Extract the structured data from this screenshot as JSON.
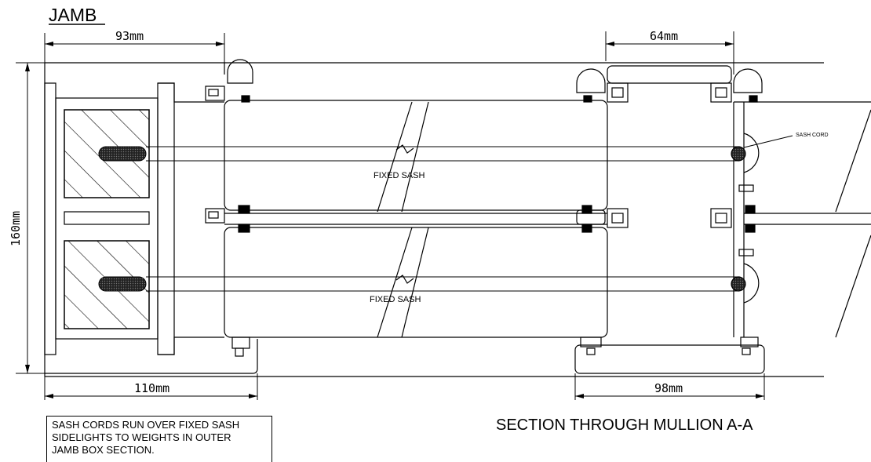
{
  "title": "JAMB",
  "dimensions": {
    "top_left": "93mm",
    "top_right": "64mm",
    "left_vertical": "160mm",
    "bottom_left": "110mm",
    "bottom_right": "98mm"
  },
  "labels": {
    "fixed_sash_upper": "FIXED SASH",
    "fixed_sash_lower": "FIXED SASH",
    "sash_cord": "SASH CORD"
  },
  "note_lines": [
    "SASH CORDS RUN OVER FIXED SASH",
    "SIDELIGHTS TO WEIGHTS IN OUTER",
    "JAMB BOX SECTION."
  ],
  "section_title": "SECTION THROUGH MULLION A-A"
}
